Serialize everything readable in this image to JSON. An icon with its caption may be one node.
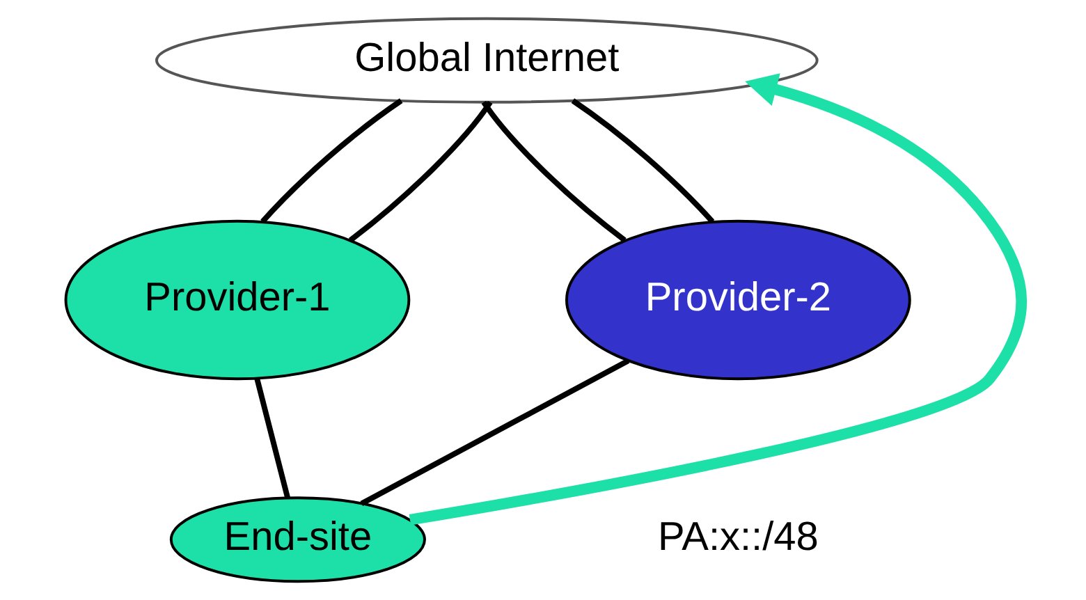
{
  "diagram": {
    "nodes": [
      {
        "text": [
          "Global Internet"
        ]
      },
      {
        "text": [
          "Provider-1"
        ]
      },
      {
        "text": [
          "Provider-2"
        ]
      },
      {
        "text": [
          "End-site"
        ]
      }
    ],
    "edges": [
      {
        "from": 0,
        "to": 1,
        "arrow": "none"
      },
      {
        "from": 0,
        "to": 1,
        "arrow": "none"
      },
      {
        "from": 0,
        "to": 2,
        "arrow": "none"
      },
      {
        "from": 0,
        "to": 2,
        "arrow": "none"
      },
      {
        "from": 1,
        "to": 3,
        "arrow": "none"
      },
      {
        "from": 2,
        "to": 3,
        "arrow": "none"
      },
      {
        "from": 3,
        "to": 0,
        "arrow": "to",
        "style": "thick",
        "color": "#1de0a8"
      }
    ],
    "labels": [
      "PA:x::/48"
    ]
  }
}
